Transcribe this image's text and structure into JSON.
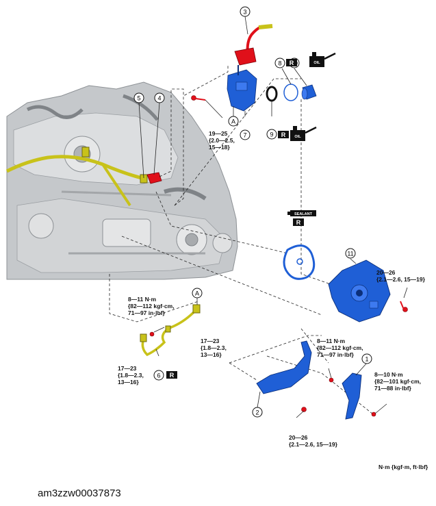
{
  "callouts": [
    "1",
    "2",
    "3",
    "4",
    "5",
    "6",
    "7",
    "8",
    "9",
    "10",
    "11",
    "A"
  ],
  "badges": {
    "replace": "R",
    "oil": "OIL",
    "sealant": "SEALANT"
  },
  "torque_specs": {
    "t_7_bolt": "19—25\n{2.0—2.5,\n15—18}",
    "t_11_bolt": "20—26\n{2.1—2.6, 15—19}",
    "t_6_upper": "8—11 N·m\n{82—112 kgf·cm,\n71—97 in·lbf}",
    "t_6_right": "17—23\n{1.8—2.3,\n13—16}",
    "t_6_left": "17—23\n{1.8—2.3,\n13—16}",
    "t_2_upper": "8—11 N·m\n{82—112 kgf·cm,\n71—97 in·lbf}",
    "t_1": "8—10 N·m\n{82—101 kgf·cm,\n71—88 in·lbf}",
    "t_2_lower": "20—26\n{2.1—2.6, 15—19}"
  },
  "unit_label": "N·m {kgf·m, ft·lbf}",
  "figure_code": "am3zzw00037873",
  "colors": {
    "part_blue": "#1f5fd6",
    "harness_yellow": "#c8c21a",
    "bolt_red": "#e0101a",
    "engine_gray": "#b9bcbf"
  }
}
